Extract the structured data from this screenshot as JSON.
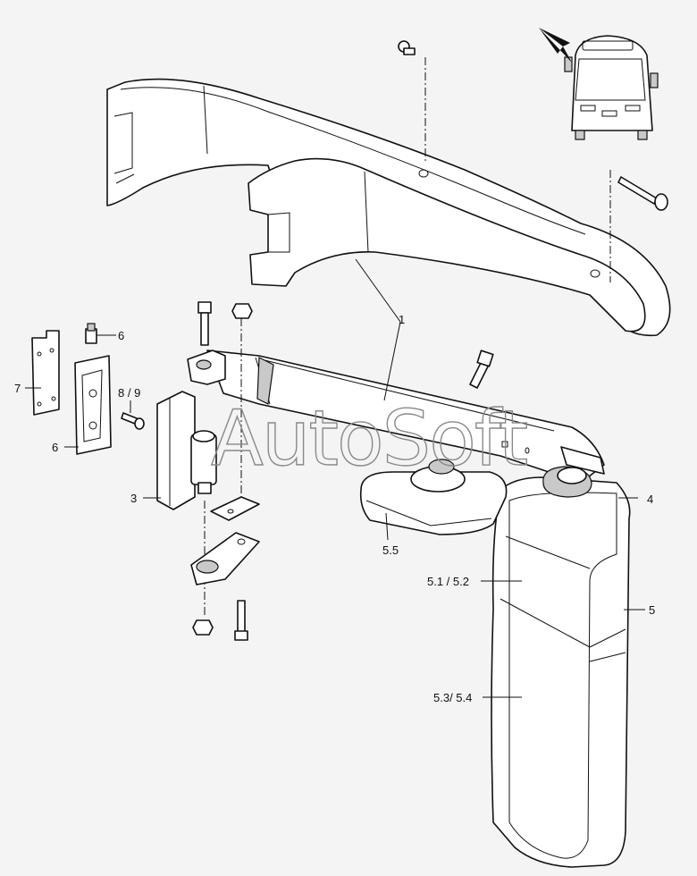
{
  "watermark": "AutoSoft",
  "callouts": {
    "c1": "1",
    "c3": "3",
    "c4": "4",
    "c5": "5",
    "c55": "5.5",
    "c5152": "5.1 / 5.2",
    "c5354": "5.3/ 5.4",
    "c6a": "6",
    "c6b": "6",
    "c7": "7",
    "c89": "8 / 9"
  },
  "icons": {
    "locator": "bus-front-locator-icon",
    "pointer": "arrow-pointer-icon"
  },
  "colors": {
    "line": "#111111",
    "shade": "#c9c9c9",
    "background": "#f4f4f4",
    "watermark": "#8a8a8a"
  }
}
